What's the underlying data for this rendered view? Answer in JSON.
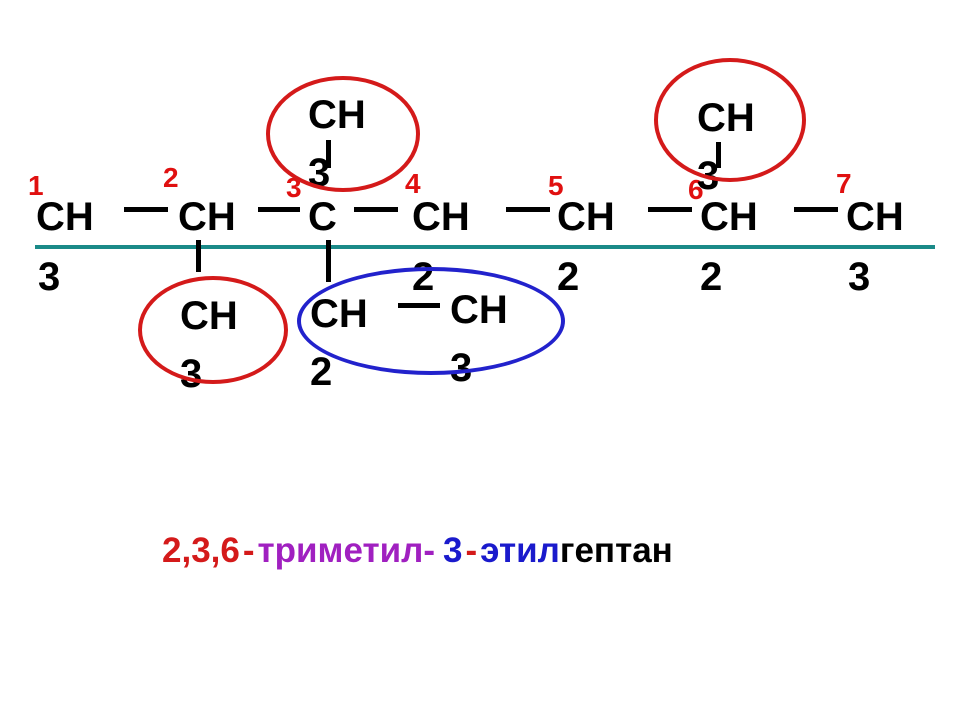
{
  "chain": [
    {
      "number": "1",
      "symbol": "CH",
      "subscript": "3"
    },
    {
      "number": "2",
      "symbol": "CH",
      "subscript": ""
    },
    {
      "number": "3",
      "symbol": "C",
      "subscript": ""
    },
    {
      "number": "4",
      "symbol": "CH",
      "subscript": "2"
    },
    {
      "number": "5",
      "symbol": "CH",
      "subscript": "2"
    },
    {
      "number": "6",
      "symbol": "CH",
      "subscript": "2"
    },
    {
      "number": "7",
      "symbol": "CH",
      "subscript": "3"
    }
  ],
  "substituents": {
    "methyl_top_c3": {
      "symbol": "CH",
      "subscript": "3"
    },
    "methyl_top_c6": {
      "symbol": "CH",
      "subscript": "3"
    },
    "methyl_bottom_c2": {
      "symbol": "CH",
      "subscript": "3"
    },
    "ethyl_ch2": {
      "symbol": "CH",
      "subscript": "2"
    },
    "ethyl_ch3": {
      "symbol": "CH",
      "subscript": "3"
    }
  },
  "compound_name": {
    "locants_methyl": "2,3,6",
    "dash1": "-",
    "methyl_part": "триметил-",
    "locant_ethyl": "3",
    "dash2": "-",
    "ethyl_part": "этил",
    "parent": "гептан"
  },
  "colors": {
    "number_red": "#e01010",
    "methyl_circle": "#d41a1a",
    "ethyl_circle": "#2222cc",
    "axis_teal": "#1a8a88",
    "methyl_text_purple": "#a020c0",
    "ethyl_text_blue": "#1a1acc"
  }
}
